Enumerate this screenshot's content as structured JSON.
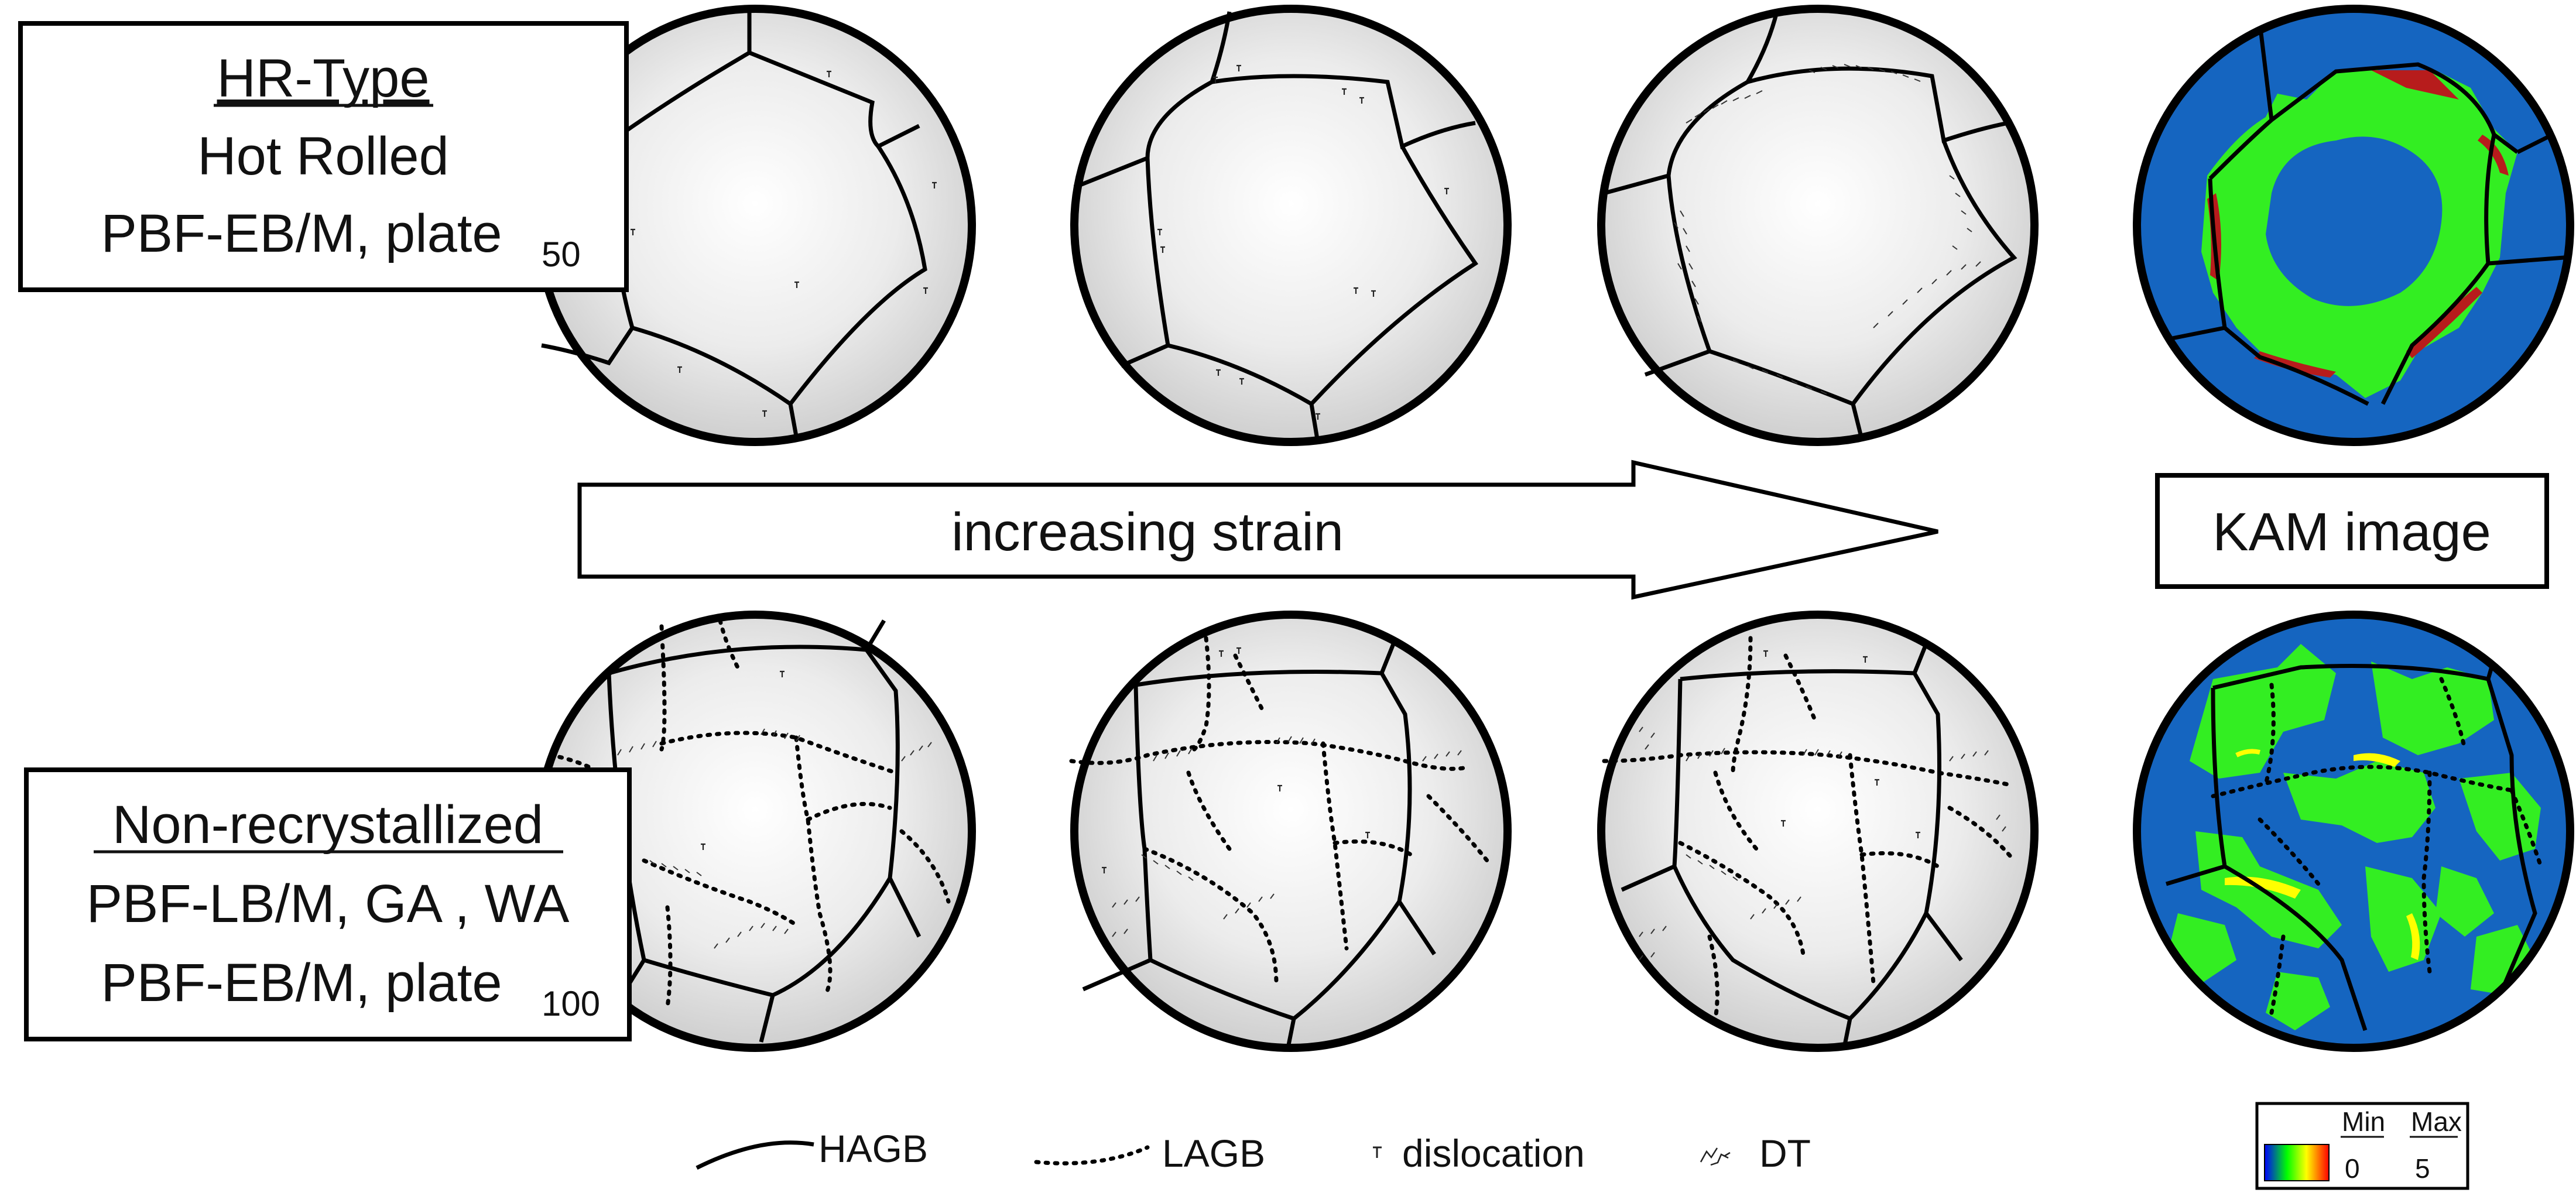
{
  "top_box": {
    "title": "HR-Type",
    "line1": "Hot Rolled",
    "line2_main": "PBF-EB/M, plate",
    "line2_sub": "50"
  },
  "bottom_box": {
    "title": "Non-recrystallized",
    "line1": "PBF-LB/M, GA , WA",
    "line2_main": "PBF-EB/M, plate",
    "line2_sub": "100"
  },
  "arrow": {
    "label": "increasing strain"
  },
  "kam_box": {
    "label": "KAM image"
  },
  "legend": {
    "hagb": "HAGB",
    "lagb": "LAGB",
    "dislocation": "dislocation",
    "dt": "DT"
  },
  "colorbar": {
    "min_label": "Min",
    "max_label": "Max",
    "min_value": "0",
    "max_value": "5",
    "colors": [
      "#0000ff",
      "#00ff00",
      "#ffff00",
      "#ff0000"
    ]
  },
  "kam_colors": {
    "low": "#1565c0",
    "medium": "#33ee22",
    "high": "#b71c1c",
    "very_high": "#ffff00"
  }
}
